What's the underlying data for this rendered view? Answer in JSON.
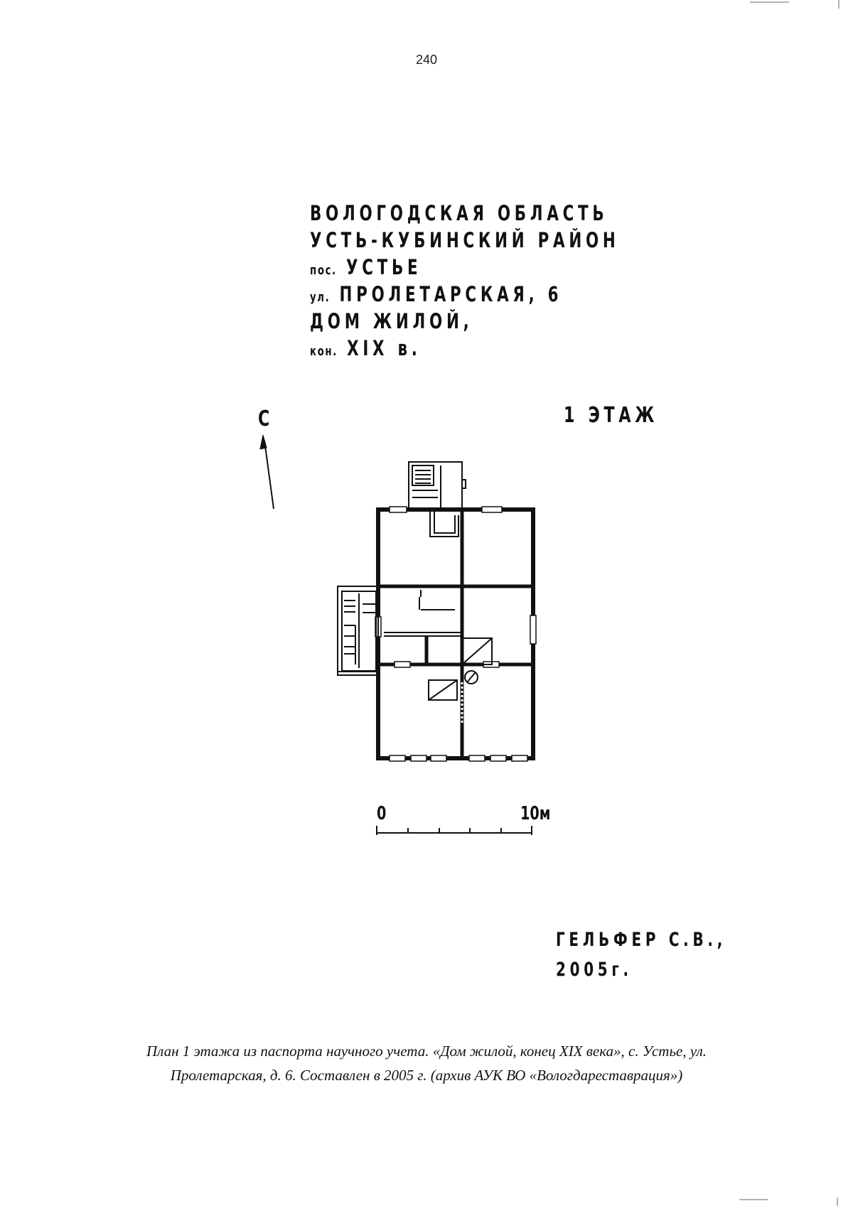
{
  "page_number": "240",
  "title_lines": [
    {
      "prefix": "",
      "text": "ВОЛОГОДСКАЯ ОБЛАСТЬ"
    },
    {
      "prefix": "",
      "text": "УСТЬ-КУБИНСКИЙ РАЙОН"
    },
    {
      "prefix": "пос.",
      "text": "УСТЬЕ"
    },
    {
      "prefix": "ул.",
      "text": "ПРОЛЕТАРСКАЯ, 6"
    },
    {
      "prefix": "",
      "text": "ДОМ ЖИЛОЙ,"
    },
    {
      "prefix": "кон.",
      "text": "XIX в."
    }
  ],
  "floor_label": "1 ЭТАЖ",
  "north_label": "С",
  "scale": {
    "start": "0",
    "end": "10м"
  },
  "author": {
    "name": "ГЕЛЬФЕР С.В.,",
    "year": "2005г."
  },
  "caption": {
    "line1": "План 1 этажа из паспорта научного учета.  «Дом жилой, конец XIX века»,  с. Устье, ул.",
    "line2": "Пролетарская, д. 6. Составлен в 2005 г. (архив АУК ВО «Вологдареставрация»)"
  }
}
